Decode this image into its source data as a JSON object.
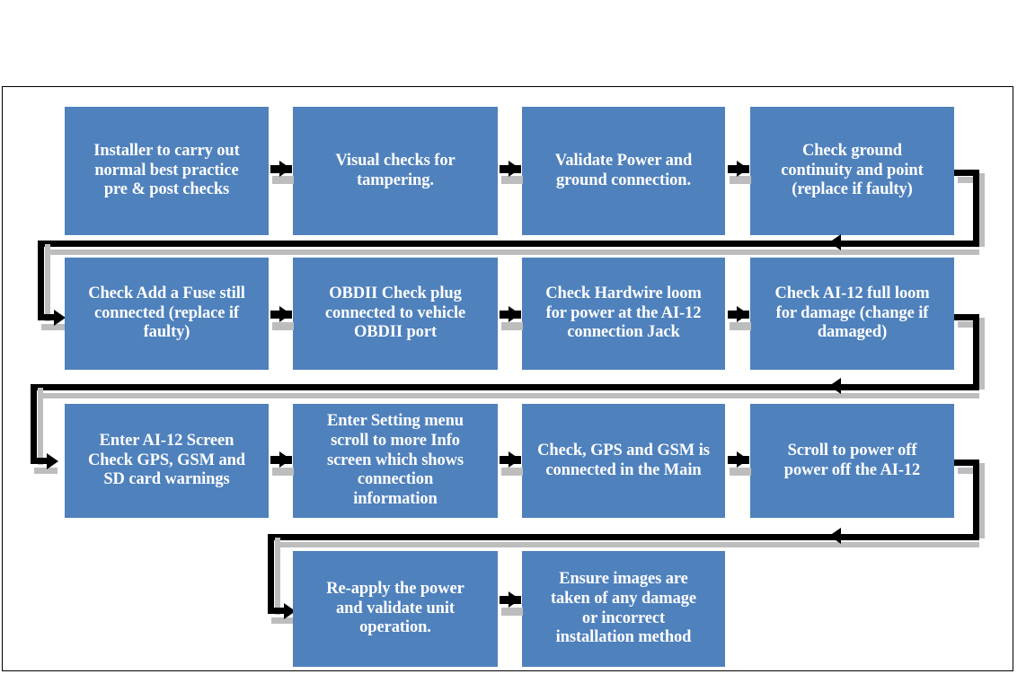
{
  "document": {
    "title": "AI-12 Installer Pre & Post Check Flowchart",
    "background_color": "#ffffff",
    "frame_border_color": "#000000"
  },
  "theme": {
    "node_fill": "#4F81BD",
    "node_text_color": "#ffffff",
    "connector_color": "#000000"
  },
  "chart_data": {
    "type": "diagram",
    "diagram_kind": "flowchart",
    "flow_direction": "left-to-right, serpentine wrapping to next row",
    "node_count": 14,
    "nodes": [
      {
        "id": "n1",
        "row": 1,
        "col": 1,
        "label": "Installer to carry out\nnormal best practice\npre & post checks"
      },
      {
        "id": "n2",
        "row": 1,
        "col": 2,
        "label": "Visual checks for\ntampering."
      },
      {
        "id": "n3",
        "row": 1,
        "col": 3,
        "label": "Validate Power and\nground connection."
      },
      {
        "id": "n4",
        "row": 1,
        "col": 4,
        "label": "Check ground\ncontinuity and point\n(replace if faulty)"
      },
      {
        "id": "n5",
        "row": 2,
        "col": 1,
        "label": "Check Add a Fuse still\nconnected (replace if\nfaulty)"
      },
      {
        "id": "n6",
        "row": 2,
        "col": 2,
        "label": "OBDII Check plug\nconnected to vehicle\nOBDII port"
      },
      {
        "id": "n7",
        "row": 2,
        "col": 3,
        "label": "Check Hardwire loom\nfor power at the AI-12\nconnection Jack"
      },
      {
        "id": "n8",
        "row": 2,
        "col": 4,
        "label": "Check AI-12 full loom\nfor damage (change if\ndamaged)"
      },
      {
        "id": "n9",
        "row": 3,
        "col": 1,
        "label": "Enter  AI-12 Screen\nCheck GPS, GSM and\nSD card warnings"
      },
      {
        "id": "n10",
        "row": 3,
        "col": 2,
        "label": "Enter Setting menu\nscroll to more Info\nscreen which shows\nconnection\ninformation"
      },
      {
        "id": "n11",
        "row": 3,
        "col": 3,
        "label": "Check, GPS and GSM is\nconnected in the Main"
      },
      {
        "id": "n12",
        "row": 3,
        "col": 4,
        "label": "Scroll to power off\npower off the AI-12"
      },
      {
        "id": "n13",
        "row": 4,
        "col": 2,
        "label": "Re-apply the power\nand validate unit\noperation."
      },
      {
        "id": "n14",
        "row": 4,
        "col": 3,
        "label": "Ensure images are\ntaken of any damage\nor incorrect\ninstallation method"
      }
    ],
    "edges": [
      {
        "from": "n1",
        "to": "n2",
        "style": "straight-arrow-right"
      },
      {
        "from": "n2",
        "to": "n3",
        "style": "straight-arrow-right"
      },
      {
        "from": "n3",
        "to": "n4",
        "style": "straight-arrow-right"
      },
      {
        "from": "n4",
        "to": "n5",
        "style": "wrap-elbow-right-down-left-down-right"
      },
      {
        "from": "n5",
        "to": "n6",
        "style": "straight-arrow-right"
      },
      {
        "from": "n6",
        "to": "n7",
        "style": "straight-arrow-right"
      },
      {
        "from": "n7",
        "to": "n8",
        "style": "straight-arrow-right"
      },
      {
        "from": "n8",
        "to": "n9",
        "style": "wrap-elbow-right-down-left-down-right"
      },
      {
        "from": "n9",
        "to": "n10",
        "style": "straight-arrow-right"
      },
      {
        "from": "n10",
        "to": "n11",
        "style": "straight-arrow-right"
      },
      {
        "from": "n11",
        "to": "n12",
        "style": "straight-arrow-right"
      },
      {
        "from": "n12",
        "to": "n13",
        "style": "wrap-elbow-right-down-left-down-right"
      },
      {
        "from": "n13",
        "to": "n14",
        "style": "straight-arrow-right"
      }
    ]
  }
}
